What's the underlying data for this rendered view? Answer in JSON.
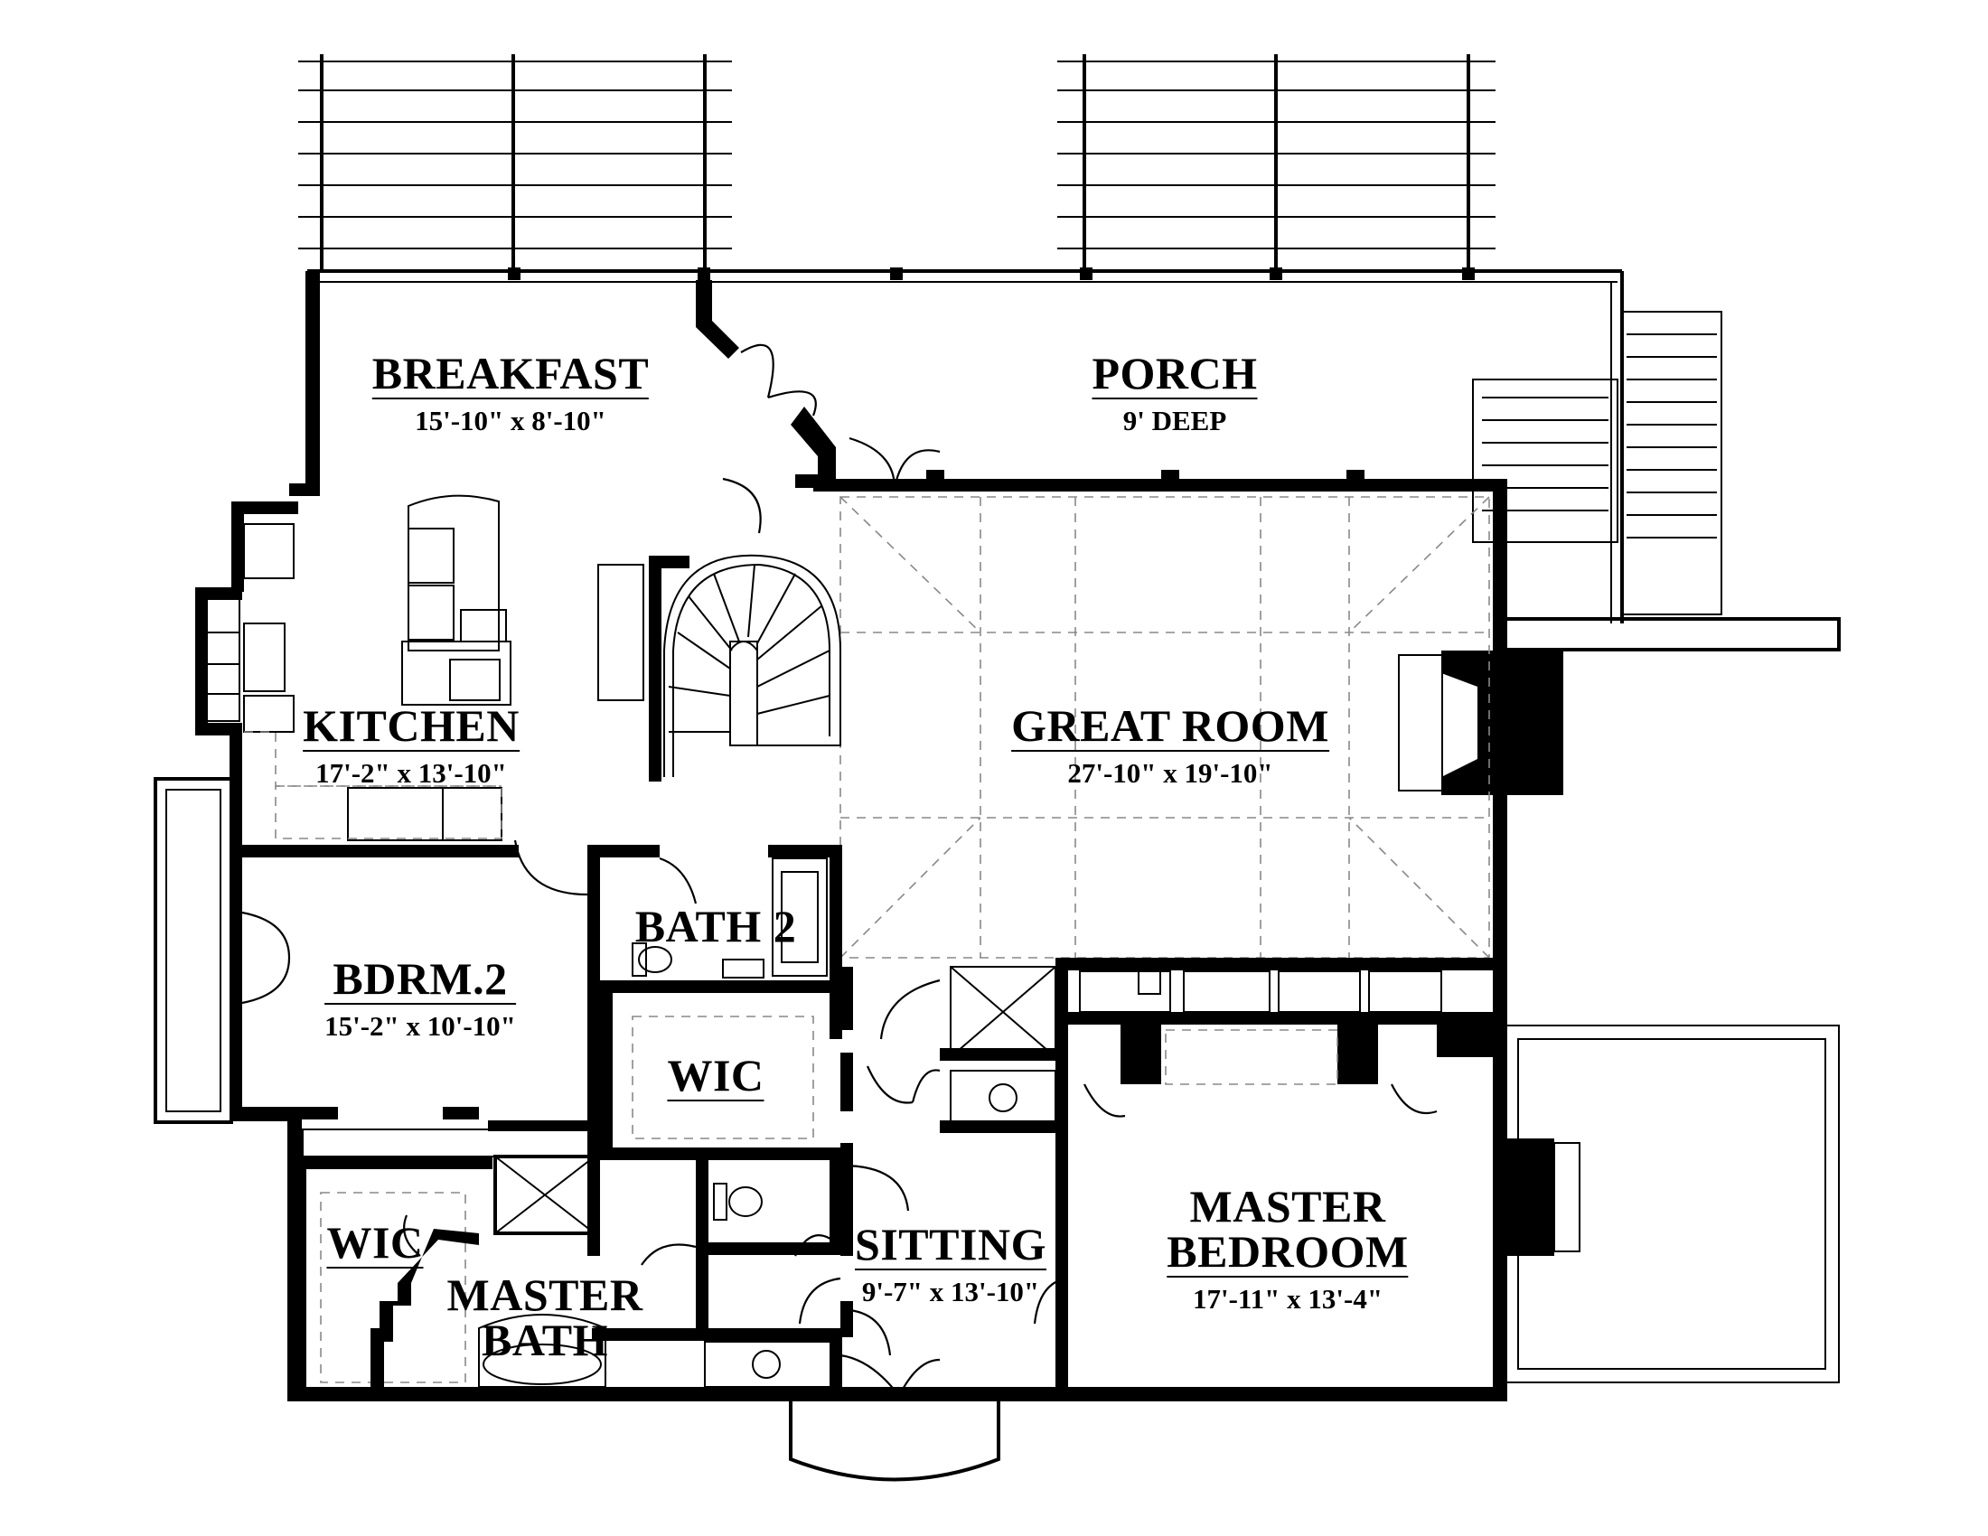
{
  "floor_plan": {
    "rooms": [
      {
        "id": "breakfast",
        "name": "BREAKFAST",
        "dims": "15'-10\" x 8'-10\""
      },
      {
        "id": "porch",
        "name": "PORCH",
        "dims": "9' DEEP"
      },
      {
        "id": "kitchen",
        "name": "KITCHEN",
        "dims": "17'-2\" x 13'-10\""
      },
      {
        "id": "great-room",
        "name": "GREAT ROOM",
        "dims": "27'-10\" x 19'-10\""
      },
      {
        "id": "bath-2",
        "name": "BATH 2",
        "dims": ""
      },
      {
        "id": "bdrm-2",
        "name": "BDRM.2",
        "dims": "15'-2\" x 10'-10\""
      },
      {
        "id": "wic-1",
        "name": "WIC",
        "dims": ""
      },
      {
        "id": "wic-2",
        "name": "WIC",
        "dims": ""
      },
      {
        "id": "sitting",
        "name": "SITTING",
        "dims": "9'-7\" x 13'-10\""
      },
      {
        "id": "master-bedroom",
        "name": "MASTER",
        "name2": "BEDROOM",
        "dims": "17'-11\" x 13'-4\""
      },
      {
        "id": "master-bath",
        "name": "MASTER",
        "name2": "BATH",
        "dims": ""
      }
    ]
  }
}
